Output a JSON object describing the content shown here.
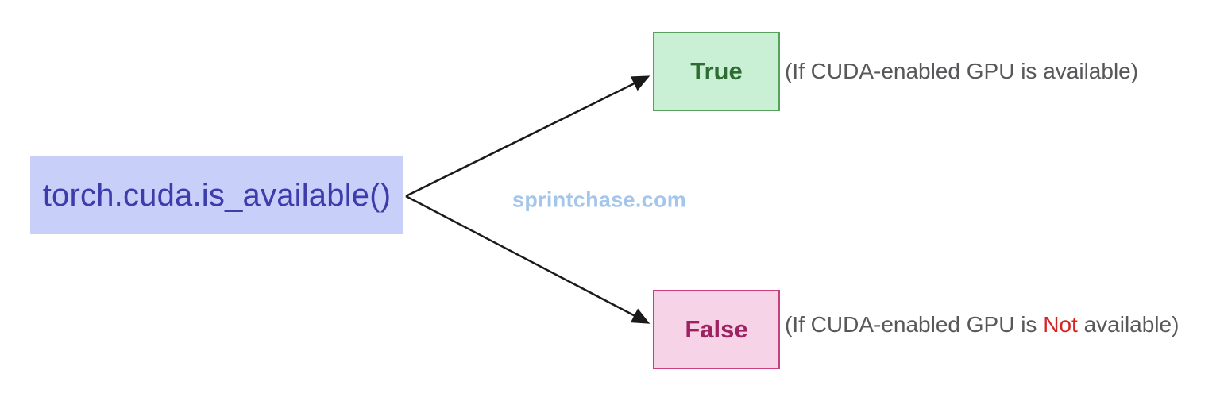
{
  "diagram": {
    "source_node": {
      "label": "torch.cuda.is_available()"
    },
    "branches": {
      "true": {
        "label": "True",
        "note": "(If CUDA-enabled GPU is available)"
      },
      "false": {
        "label": "False",
        "note_prefix": "(If CUDA-enabled GPU is ",
        "note_highlight": "Not",
        "note_suffix": " available)"
      }
    },
    "watermark": "sprintchase.com"
  },
  "colors": {
    "source_fill": "#c8cff9",
    "source_text": "#3c3caa",
    "true_fill": "#c9f0d4",
    "true_border": "#55a35b",
    "true_text": "#2e6c34",
    "false_fill": "#f6d3e6",
    "false_border": "#c8407f",
    "false_text": "#9e2161",
    "note_text": "#58585a",
    "not_highlight": "#d62422",
    "watermark_text": "#a5c6ec",
    "arrow": "#1a1a1a"
  }
}
